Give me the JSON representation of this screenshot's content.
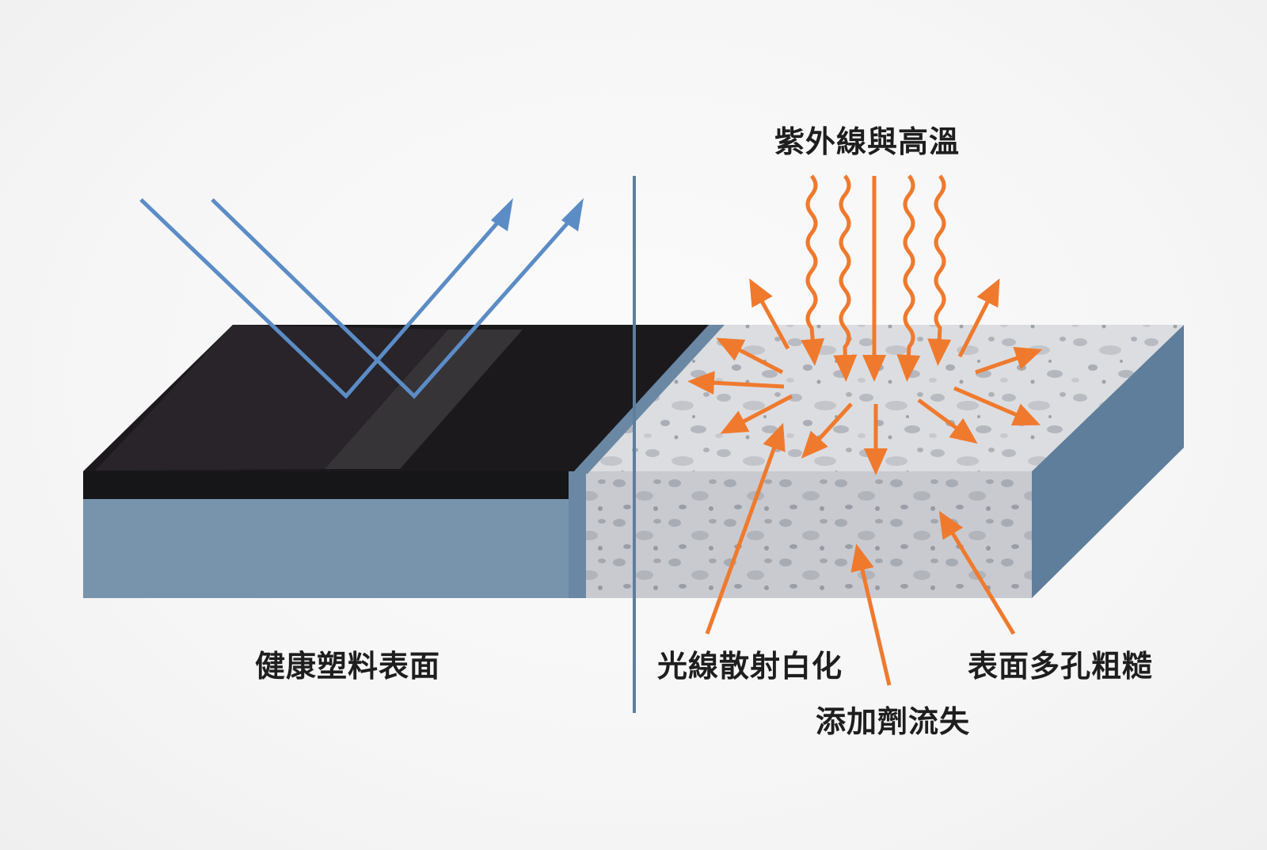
{
  "labels": {
    "uv_heat": "紫外線與高溫",
    "healthy_surface": "健康塑料表面",
    "light_scatter_whitening": "光線散射白化",
    "surface_porous_rough": "表面多孔粗糙",
    "additive_loss": "添加劑流失"
  },
  "colors": {
    "reflection_ray": "#5b8cc6",
    "orange_arrow": "#ef7a2e",
    "healthy_top": "#1b191c",
    "substrate_blue": "#7894ac",
    "degraded_surface": "#dcdde0",
    "divider": "#5d7f9f"
  }
}
